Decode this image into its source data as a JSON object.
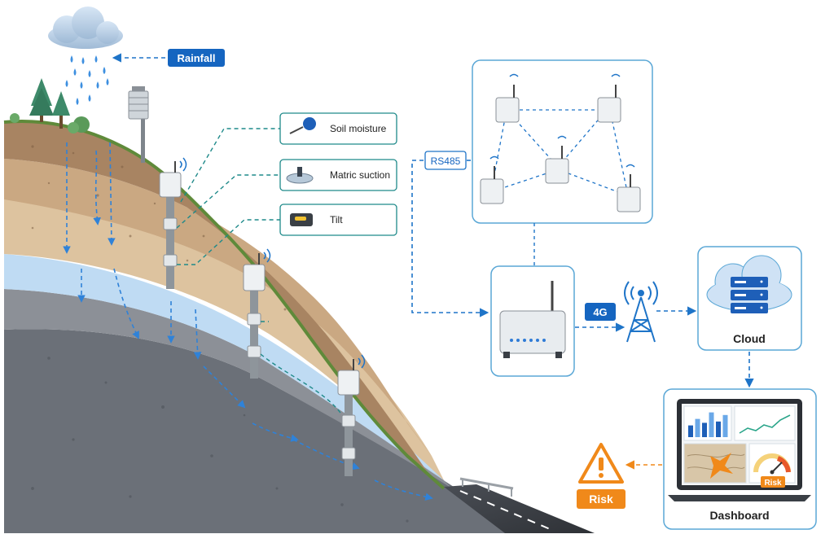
{
  "labels": {
    "rainfall": "Rainfall",
    "soil_moisture": "Soil moisture",
    "matric_suction": "Matric suction",
    "tilt": "Tilt",
    "rs485": "RS485",
    "link_4g": "4G",
    "cloud": "Cloud",
    "dashboard": "Dashboard",
    "risk_alert": "Risk",
    "risk_gauge": "Risk"
  },
  "icons": {
    "rain_cloud": "cloud-icon",
    "weather_station": "weather-station-icon",
    "soil_moisture": "soil-moisture-sensor-icon",
    "matric_suction": "tensiometer-icon",
    "tilt": "tiltmeter-icon",
    "sensor_node": "wireless-sensor-node-icon",
    "gateway": "gateway-icon",
    "tower": "cell-tower-icon",
    "cloud_server": "cloud-server-icon",
    "laptop": "laptop-icon",
    "warning": "warning-triangle-icon"
  },
  "colors": {
    "accent_blue": "#1565c0",
    "link_blue": "#1e74c8",
    "teal_line": "#1f8a8a",
    "alert_orange": "#f0891a",
    "box_border": "#5aa7d6",
    "soil_top": "#a88462",
    "soil_mid": "#caa882",
    "water_layer": "#bcd9f2",
    "bedrock": "#6b7078",
    "road": "#3a3d42"
  },
  "dashboard": {
    "bar_chart_values": [
      0.45,
      0.7,
      0.55,
      0.95,
      0.6,
      0.85
    ],
    "gauge_level": 0.75
  }
}
